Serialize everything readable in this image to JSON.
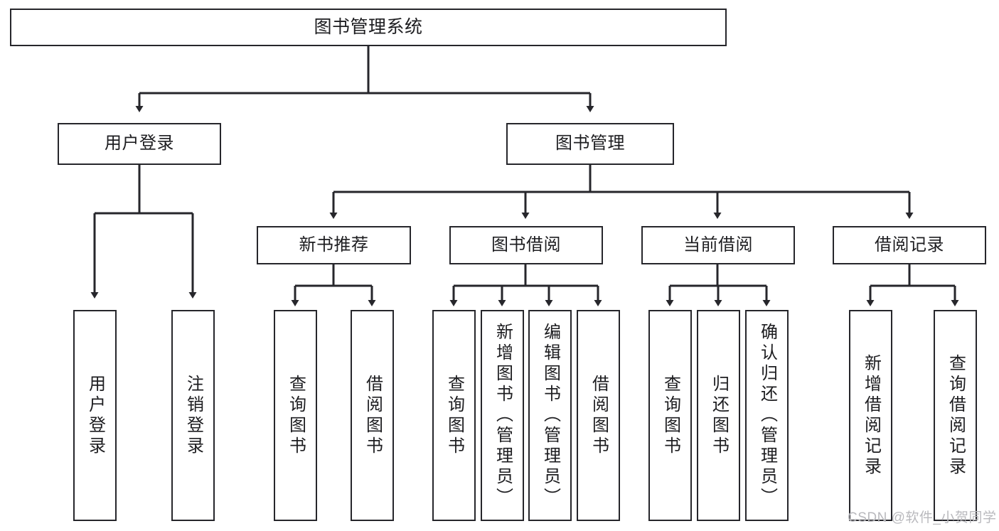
{
  "diagram": {
    "title": "图书管理系统",
    "type": "tree-hierarchy-diagram",
    "colors": {
      "background": "#ffffff",
      "box_border": "#26262b",
      "box_fill": "#ffffff",
      "connector": "#26262b",
      "text": "#1d1d20",
      "watermark": "#b9b9bd"
    },
    "root": {
      "label": "图书管理系统"
    },
    "level2": [
      {
        "label": "用户登录"
      },
      {
        "label": "图书管理"
      }
    ],
    "level3": [
      {
        "label": "新书推荐"
      },
      {
        "label": "图书借阅"
      },
      {
        "label": "当前借阅"
      },
      {
        "label": "借阅记录"
      }
    ],
    "leaves": {
      "user_login": [
        {
          "label": "用户登录"
        },
        {
          "label": "注销登录"
        }
      ],
      "new_book_recommend": [
        {
          "label": "查询图书"
        },
        {
          "label": "借阅图书"
        }
      ],
      "book_borrow": [
        {
          "label": "查询图书"
        },
        {
          "label": "新增图书（管理员）"
        },
        {
          "label": "编辑图书（管理员）"
        },
        {
          "label": "借阅图书"
        }
      ],
      "current_borrow": [
        {
          "label": "查询图书"
        },
        {
          "label": "归还图书"
        },
        {
          "label": "确认归还（管理员）"
        }
      ],
      "borrow_record": [
        {
          "label": "新增借阅记录"
        },
        {
          "label": "查询借阅记录"
        }
      ]
    },
    "watermark": "CSDN @软件_小贺同学"
  }
}
